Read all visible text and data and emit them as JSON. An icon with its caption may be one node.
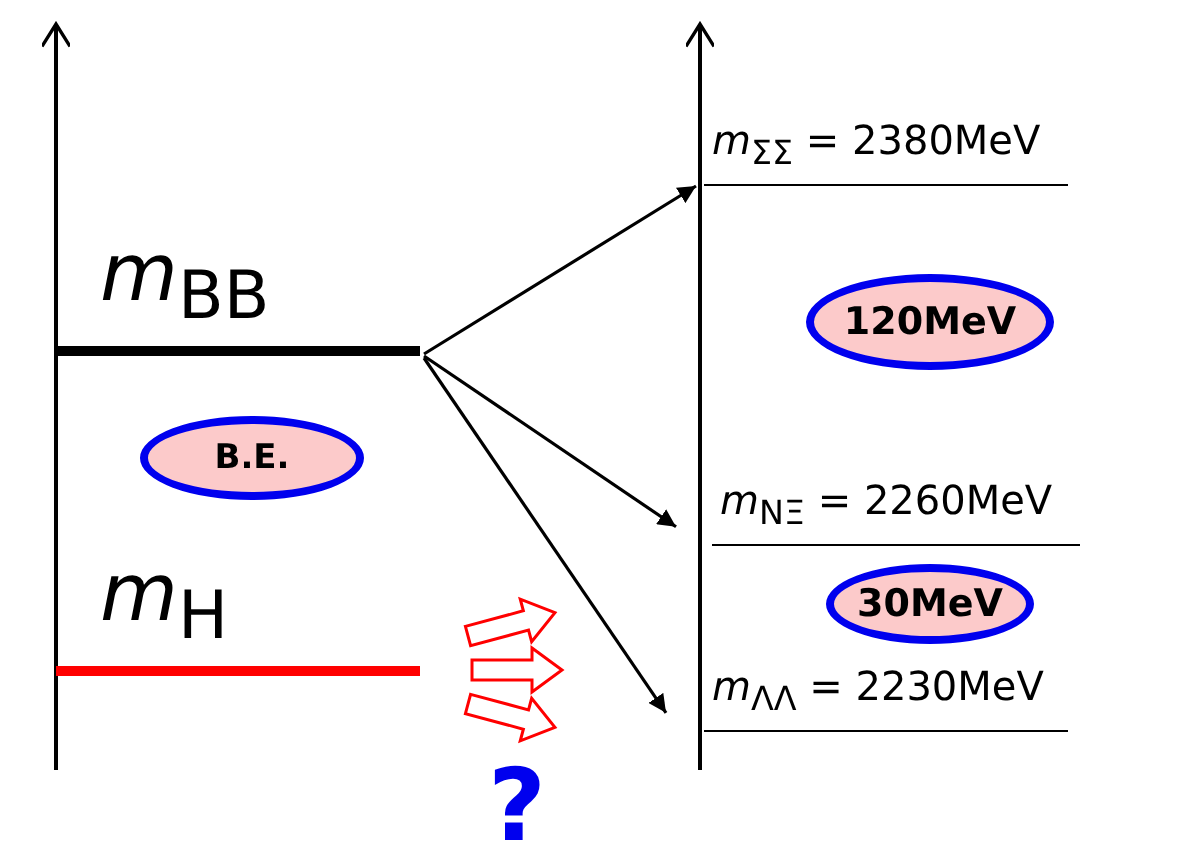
{
  "diagram": {
    "nodes": [
      {
        "text": [
          "*m*$_{BB}$"
        ]
      },
      {
        "text": [
          "B.E."
        ]
      },
      {
        "text": [
          "*m*$_{H}$"
        ]
      },
      {
        "text": [
          "*m*$_{ΣΣ}$ = 2380MeV"
        ]
      },
      {
        "text": [
          "120MeV"
        ]
      },
      {
        "text": [
          "*m*$_{NΞ}$ = 2260MeV"
        ]
      },
      {
        "text": [
          "30MeV"
        ]
      },
      {
        "text": [
          "*m*$_{ΛΛ}$ = 2230MeV"
        ]
      }
    ],
    "edges": [
      {
        "from": 0,
        "to": 3,
        "arrow": "to"
      },
      {
        "from": 0,
        "to": 5,
        "arrow": "to"
      },
      {
        "from": 0,
        "to": 7,
        "arrow": "to"
      },
      {
        "from": 2,
        "to": null,
        "arrow": "to",
        "color": "#ff0000"
      },
      {
        "from": 2,
        "to": null,
        "arrow": "to",
        "color": "#ff0000"
      },
      {
        "from": 2,
        "to": null,
        "arrow": "to",
        "color": "#ff0000"
      }
    ],
    "labels": [
      "?"
    ]
  }
}
